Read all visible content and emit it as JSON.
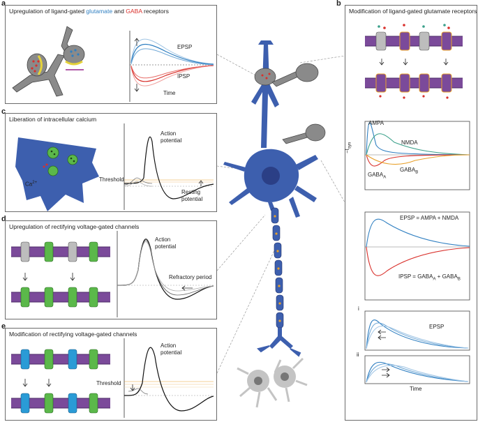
{
  "panels": {
    "a": {
      "letter": "a",
      "title_pre": "Upregulation of ligand-gated ",
      "title_glu": "glutamate",
      "title_mid": " and ",
      "title_gaba": "GABA",
      "title_post": " receptors",
      "epsp": "EPSP",
      "ipsp": "IPSP",
      "time": "Time"
    },
    "b": {
      "letter": "b",
      "title": "Modification of ligand-gated glutamate receptors",
      "ampa": "AMPA",
      "nmda": "NMDA",
      "gaba_a": "GABA",
      "gaba_a_sub": "A",
      "gaba_b": "GABA",
      "gaba_b_sub": "B",
      "ylabel_pre": "−I",
      "ylabel_sub": "syn",
      "epsp_eq": "EPSP = AMPA + NMDA",
      "ipsp_eq_pre": "IPSP = GABA",
      "ipsp_eq_sub1": "A",
      "ipsp_eq_mid": " + GABA",
      "ipsp_eq_sub2": "B",
      "roman_i": "i",
      "roman_ii": "ii",
      "epsp": "EPSP",
      "time": "Time"
    },
    "c": {
      "letter": "c",
      "title": "Liberation of intracellular calcium",
      "ca_pre": "Ca",
      "ca_sup": "2+",
      "threshold": "Threshold",
      "action1": "Action",
      "action2": "potential",
      "resting1": "Resting",
      "resting2": "potential"
    },
    "d": {
      "letter": "d",
      "title": "Upregulation of rectifying voltage-gated channels",
      "action1": "Action",
      "action2": "potential",
      "refractory": "Refractory period"
    },
    "e": {
      "letter": "e",
      "title": "Modification of rectifying voltage-gated channels",
      "action1": "Action",
      "action2": "potential",
      "threshold": "Threshold"
    }
  },
  "colors": {
    "glutamate": "#2f7fc1",
    "gaba": "#d9302b",
    "neuron": "#3d5fae",
    "membrane": "#7b4a9a",
    "channel_green": "#5bb84a",
    "channel_blue": "#2a9bd6",
    "channel_grey": "#bdbdbd",
    "nmda": "#3aa08a",
    "threshold": "#e8a02a"
  }
}
